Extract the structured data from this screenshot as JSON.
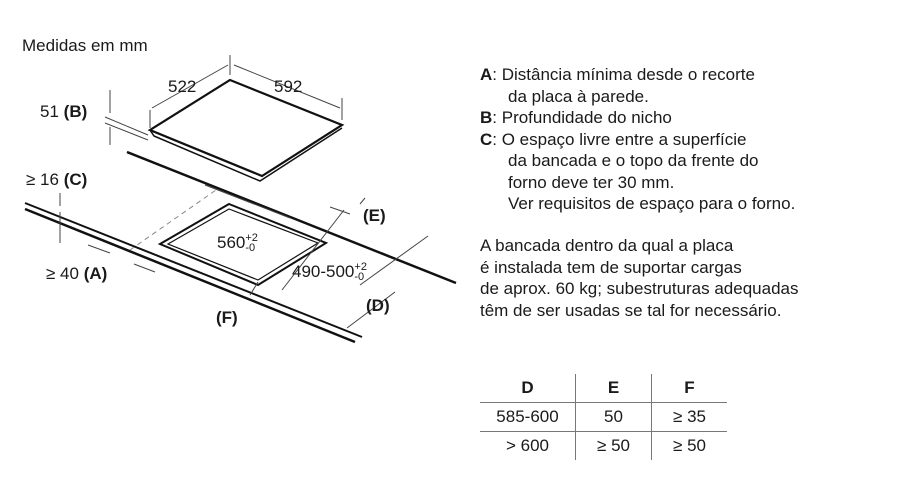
{
  "title": "Medidas em mm",
  "diagram": {
    "width": "522",
    "length": "592",
    "height": "51",
    "height_ref": "(B)",
    "min_c": "≥ 16",
    "c_ref": "(C)",
    "min_a": "≥ 40",
    "a_ref": "(A)",
    "cutout_w": "560",
    "cutout_w_tol_plus": "+2",
    "cutout_w_tol_minus": "-0",
    "cutout_d": "490-500",
    "cutout_d_tol_plus": "+2",
    "cutout_d_tol_minus": "-0",
    "e_ref": "(E)",
    "d_ref": "(D)",
    "f_ref": "(F)"
  },
  "notes": [
    {
      "key": "A",
      "lines": [
        ": Distância mínima desde o recorte",
        "da placa à parede."
      ]
    },
    {
      "key": "B",
      "lines": [
        ": Profundidade do nicho"
      ]
    },
    {
      "key": "C",
      "lines": [
        ": O espaço livre entre a superfície",
        "da bancada e o topo da frente do",
        "forno deve ter 30 mm.",
        "Ver requisitos de espaço para o forno."
      ]
    }
  ],
  "paragraph": [
    "A bancada dentro da qual a placa",
    "é instalada tem de suportar cargas",
    "de aprox. 60 kg; subestruturas adequadas",
    "têm de ser usadas se tal for necessário."
  ],
  "table": {
    "headers": [
      "D",
      "E",
      "F"
    ],
    "rows": [
      [
        "585-600",
        "50",
        "≥ 35"
      ],
      [
        "> 600",
        "≥ 50",
        "≥ 50"
      ]
    ]
  }
}
